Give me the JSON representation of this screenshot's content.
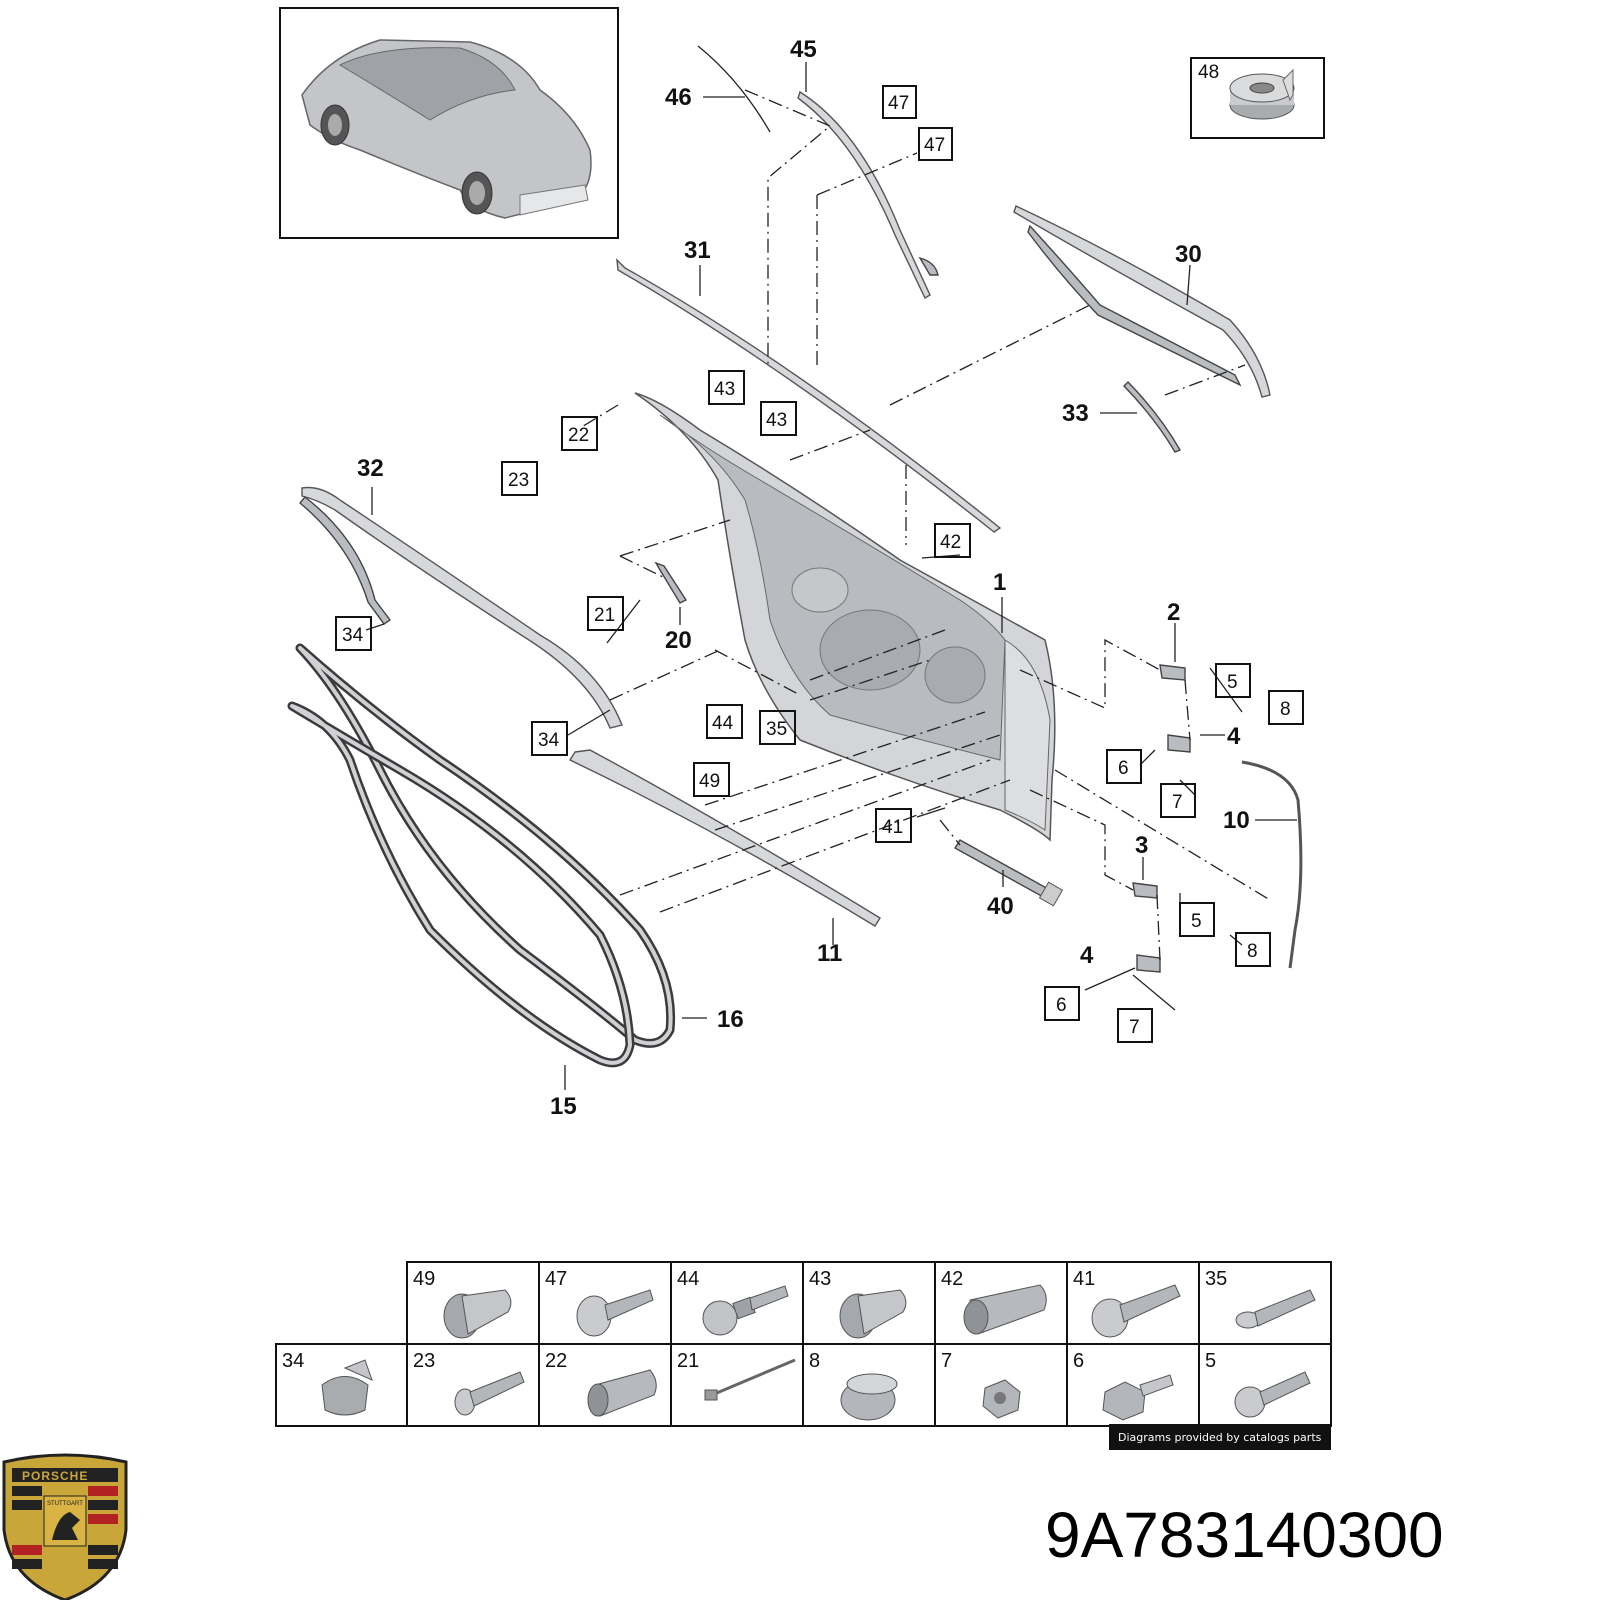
{
  "diagram": {
    "callouts": [
      {
        "id": "c1",
        "text": "1"
      },
      {
        "id": "c2",
        "text": "2"
      },
      {
        "id": "c3",
        "text": "3"
      },
      {
        "id": "c4a",
        "text": "4"
      },
      {
        "id": "c4b",
        "text": "4"
      },
      {
        "id": "c10",
        "text": "10"
      },
      {
        "id": "c11",
        "text": "11"
      },
      {
        "id": "c15",
        "text": "15"
      },
      {
        "id": "c16",
        "text": "16"
      },
      {
        "id": "c20",
        "text": "20"
      },
      {
        "id": "c30",
        "text": "30"
      },
      {
        "id": "c31",
        "text": "31"
      },
      {
        "id": "c32",
        "text": "32"
      },
      {
        "id": "c33",
        "text": "33"
      },
      {
        "id": "c40",
        "text": "40"
      },
      {
        "id": "c45",
        "text": "45"
      },
      {
        "id": "c46",
        "text": "46"
      }
    ],
    "boxed_callouts": [
      {
        "id": "b47a",
        "text": "47"
      },
      {
        "id": "b47b",
        "text": "47"
      },
      {
        "id": "b48",
        "text": "48"
      },
      {
        "id": "b43a",
        "text": "43"
      },
      {
        "id": "b43b",
        "text": "43"
      },
      {
        "id": "b22",
        "text": "22"
      },
      {
        "id": "b23",
        "text": "23"
      },
      {
        "id": "b42",
        "text": "42"
      },
      {
        "id": "b21",
        "text": "21"
      },
      {
        "id": "b34a",
        "text": "34"
      },
      {
        "id": "b34b",
        "text": "34"
      },
      {
        "id": "b44",
        "text": "44"
      },
      {
        "id": "b35",
        "text": "35"
      },
      {
        "id": "b49",
        "text": "49"
      },
      {
        "id": "b41",
        "text": "41"
      },
      {
        "id": "b5a",
        "text": "5"
      },
      {
        "id": "b8a",
        "text": "8"
      },
      {
        "id": "b6a",
        "text": "6"
      },
      {
        "id": "b7a",
        "text": "7"
      },
      {
        "id": "b5b",
        "text": "5"
      },
      {
        "id": "b8b",
        "text": "8"
      },
      {
        "id": "b6b",
        "text": "6"
      },
      {
        "id": "b7b",
        "text": "7"
      }
    ]
  },
  "fastener_table": {
    "row1": [
      "49",
      "47",
      "44",
      "43",
      "42",
      "41",
      "35"
    ],
    "row2": [
      "34",
      "23",
      "22",
      "21",
      "8",
      "7",
      "6",
      "5"
    ]
  },
  "credit": "Diagrams provided by catalogs parts",
  "logo": {
    "text": "PORSCHE",
    "subtext": "STUTTGART"
  },
  "part_number": "9A783140300"
}
